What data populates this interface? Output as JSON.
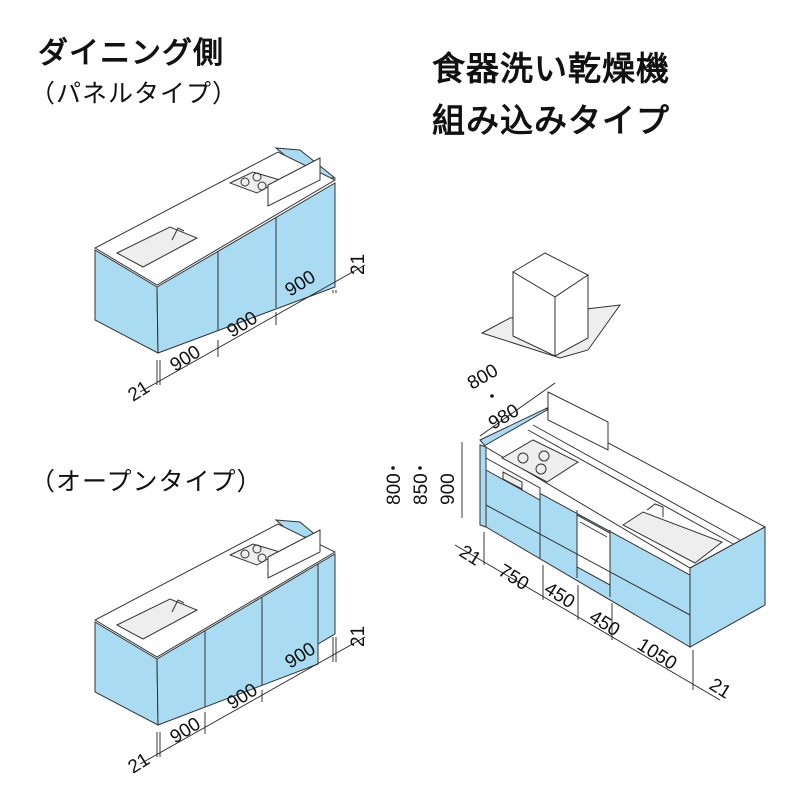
{
  "titles": {
    "dining_side": "ダイニング側",
    "panel_type": "（パネルタイプ）",
    "open_type": "（オープンタイプ）",
    "dishwasher_line1": "食器洗い乾燥機",
    "dishwasher_line2": "組み込みタイプ"
  },
  "panel_type_dims": {
    "left_end": "21",
    "widths": [
      "900",
      "900",
      "900"
    ],
    "right_end": "21"
  },
  "open_type_dims": {
    "left_end": "21",
    "widths": [
      "900",
      "900",
      "900"
    ],
    "right_end": "21"
  },
  "dishwasher_dims": {
    "depth": [
      "800",
      "980"
    ],
    "heights": [
      "800",
      "850",
      "900"
    ],
    "left_end": "21",
    "widths": [
      "750",
      "450",
      "450",
      "1050"
    ],
    "right_end": "21"
  },
  "colors": {
    "cabinet": "#a9dcf3",
    "line": "#333333"
  }
}
